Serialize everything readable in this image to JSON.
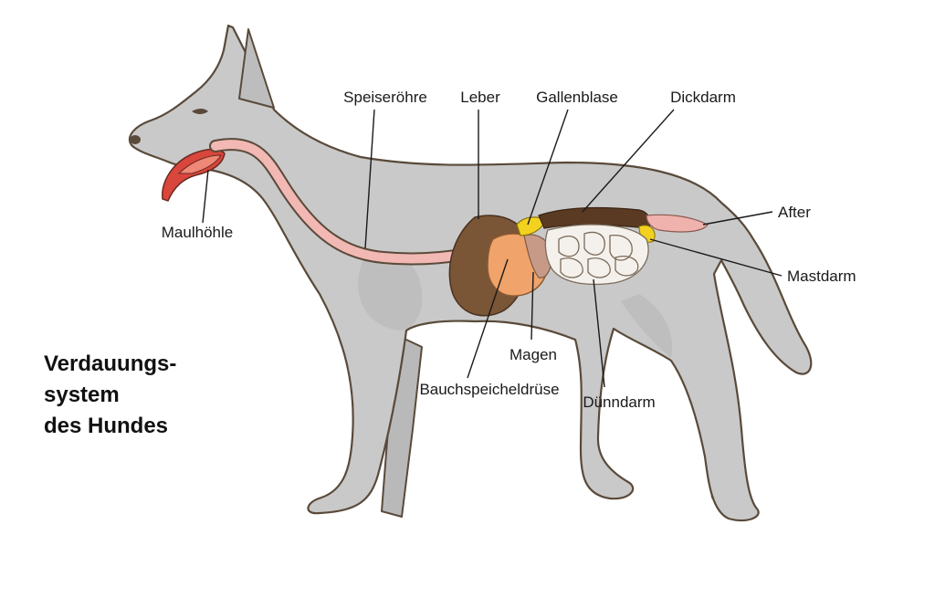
{
  "title": {
    "line1": "Verdauungs-",
    "line2": "system",
    "line3": "des Hundes"
  },
  "labels": {
    "speiseroehre": "Speiseröhre",
    "leber": "Leber",
    "gallenblase": "Gallenblase",
    "dickdarm": "Dickdarm",
    "after": "After",
    "mastdarm": "Mastdarm",
    "maulhoehle": "Maulhöhle",
    "magen": "Magen",
    "bauchspeicheldruese": "Bauchspeicheldrüse",
    "duenndarm": "Dünndarm"
  },
  "colors": {
    "body": "#c9c9c9",
    "outline": "#5a4a3a",
    "esophagus": "#f2b8b4",
    "mouth": "#d8463c",
    "liver": "#7a5536",
    "stomach": "#f0a36a",
    "pancreas": "#c69a86",
    "gallbladder": "#f2d21e",
    "colon": "#5a3a22",
    "small_intestine": "#f4f1ec",
    "rectum": "#f0b2ac"
  }
}
